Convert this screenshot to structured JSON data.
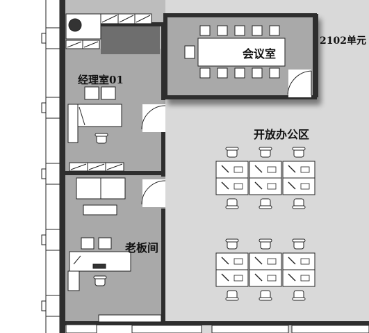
{
  "labels": {
    "meeting_room": "会议室",
    "unit": "2102单元",
    "manager_office": "经理室01",
    "open_office": "开放办公区",
    "boss_office": "老板间"
  },
  "colors": {
    "wall": "#2e2e2e",
    "floor_light": "#d9d9d9",
    "floor_dark": "#a9a9a9",
    "furniture": "#ffffff",
    "line": "#222222"
  }
}
